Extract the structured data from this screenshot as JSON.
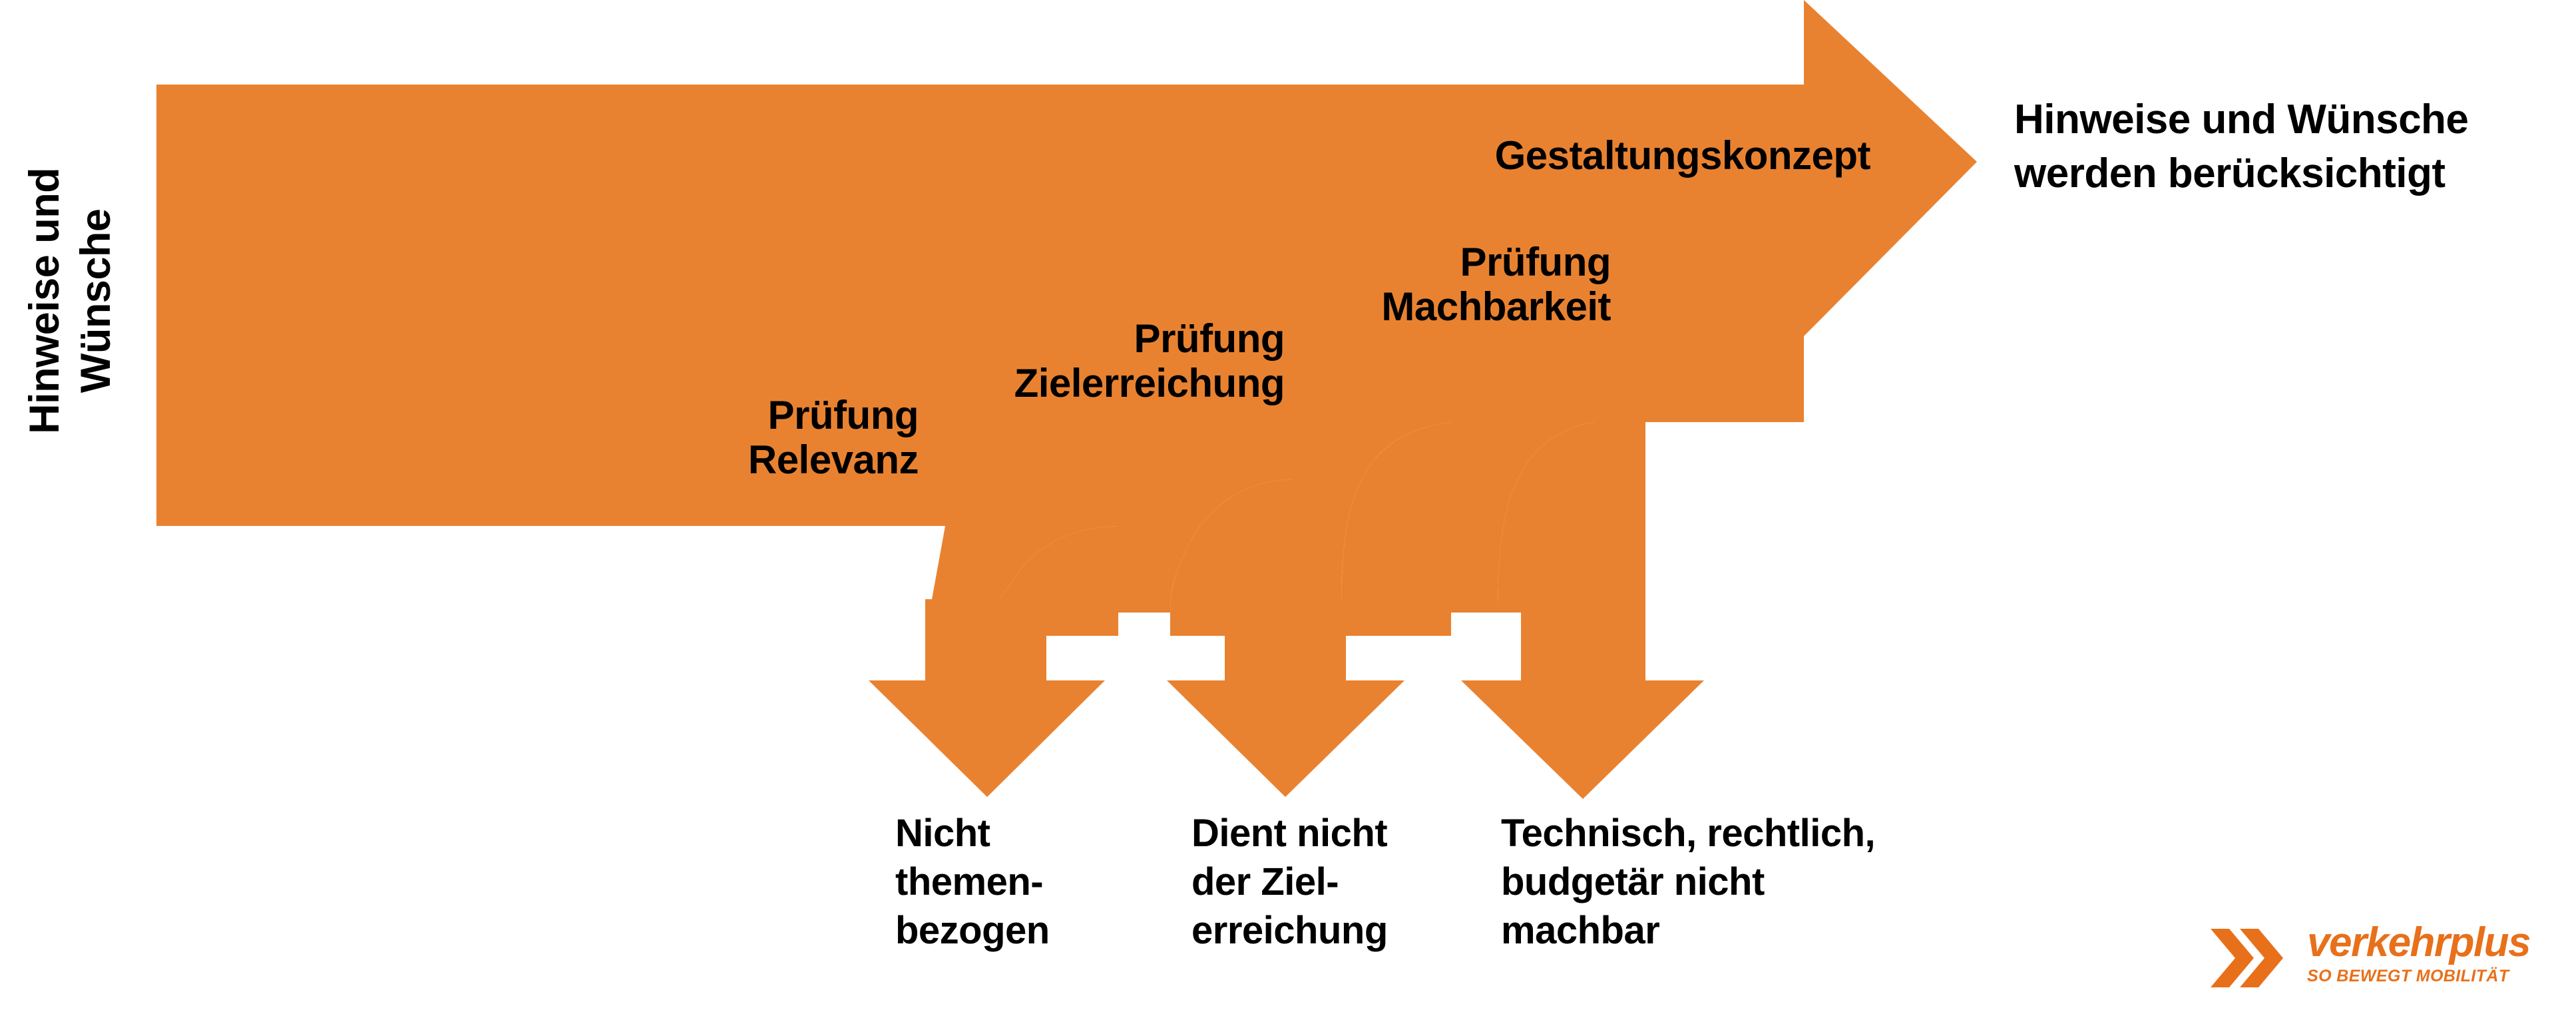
{
  "colors": {
    "arrow_orange": "#E98230",
    "logo_orange": "#E8701A",
    "text_black": "#000000",
    "background": "#FFFFFF"
  },
  "diagram": {
    "type": "process-funnel-flow",
    "source_label": "Hinweise und\nWünsche",
    "outcome_label": "Hinweise und Wünsche\nwerden berücksichtigt",
    "stages": [
      {
        "id": "relevanz",
        "check_label": "Prüfung\nRelevanz",
        "reject_label": "Nicht\nthemen-\nbezogen"
      },
      {
        "id": "zielerreichung",
        "check_label": "Prüfung\nZielerreichung",
        "reject_label": "Dient nicht\nder Ziel-\nerreichung"
      },
      {
        "id": "machbarkeit",
        "check_label": "Prüfung\nMachbarkeit",
        "reject_label": "Technisch, rechtlich,\nbudgetär nicht\nmachbar"
      },
      {
        "id": "gestaltungskonzept",
        "check_label": "Gestaltungskonzept",
        "reject_label": ""
      }
    ]
  },
  "logo": {
    "name": "verkehrplus",
    "tagline": "SO BEWEGT MOBILITÄT",
    "mark": "double-chevron-right-icon"
  }
}
